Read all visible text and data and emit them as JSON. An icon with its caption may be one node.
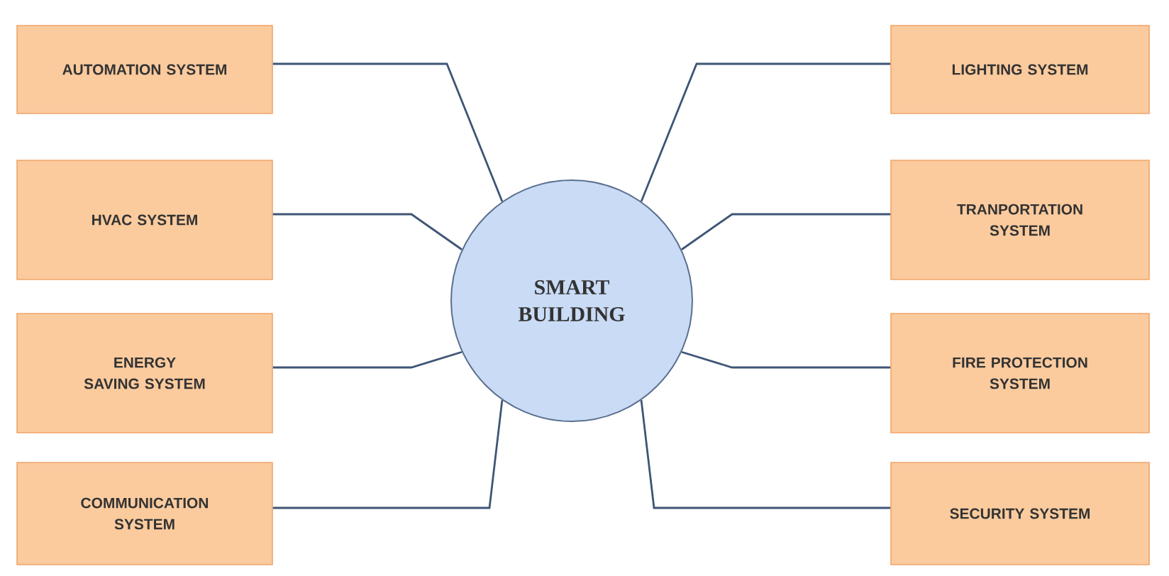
{
  "diagram": {
    "nodes": [
      {
        "text": [
          "AUTOMATION SYSTEM"
        ]
      },
      {
        "text": [
          "HVAC SYSTEM"
        ]
      },
      {
        "text": [
          "ENERGY SAVING SYSTEM"
        ]
      },
      {
        "text": [
          "COMMUNICATION SYSTEM"
        ]
      },
      {
        "text": [
          "SMART BUILDING"
        ]
      },
      {
        "text": [
          "LIGHTING SYSTEM"
        ]
      },
      {
        "text": [
          "TRANPORTATION SYSTEM"
        ]
      },
      {
        "text": [
          "FIRE PROTECTION SYSTEM"
        ]
      },
      {
        "text": [
          "SECURITY SYSTEM"
        ]
      }
    ],
    "edges": [
      {
        "from": 0,
        "to": 4,
        "arrow": "none"
      },
      {
        "from": 1,
        "to": 4,
        "arrow": "none"
      },
      {
        "from": 2,
        "to": 4,
        "arrow": "none"
      },
      {
        "from": 3,
        "to": 4,
        "arrow": "none"
      },
      {
        "from": 5,
        "to": 4,
        "arrow": "none"
      },
      {
        "from": 6,
        "to": 4,
        "arrow": "none"
      },
      {
        "from": 7,
        "to": 4,
        "arrow": "none"
      },
      {
        "from": 8,
        "to": 4,
        "arrow": "none"
      }
    ]
  }
}
